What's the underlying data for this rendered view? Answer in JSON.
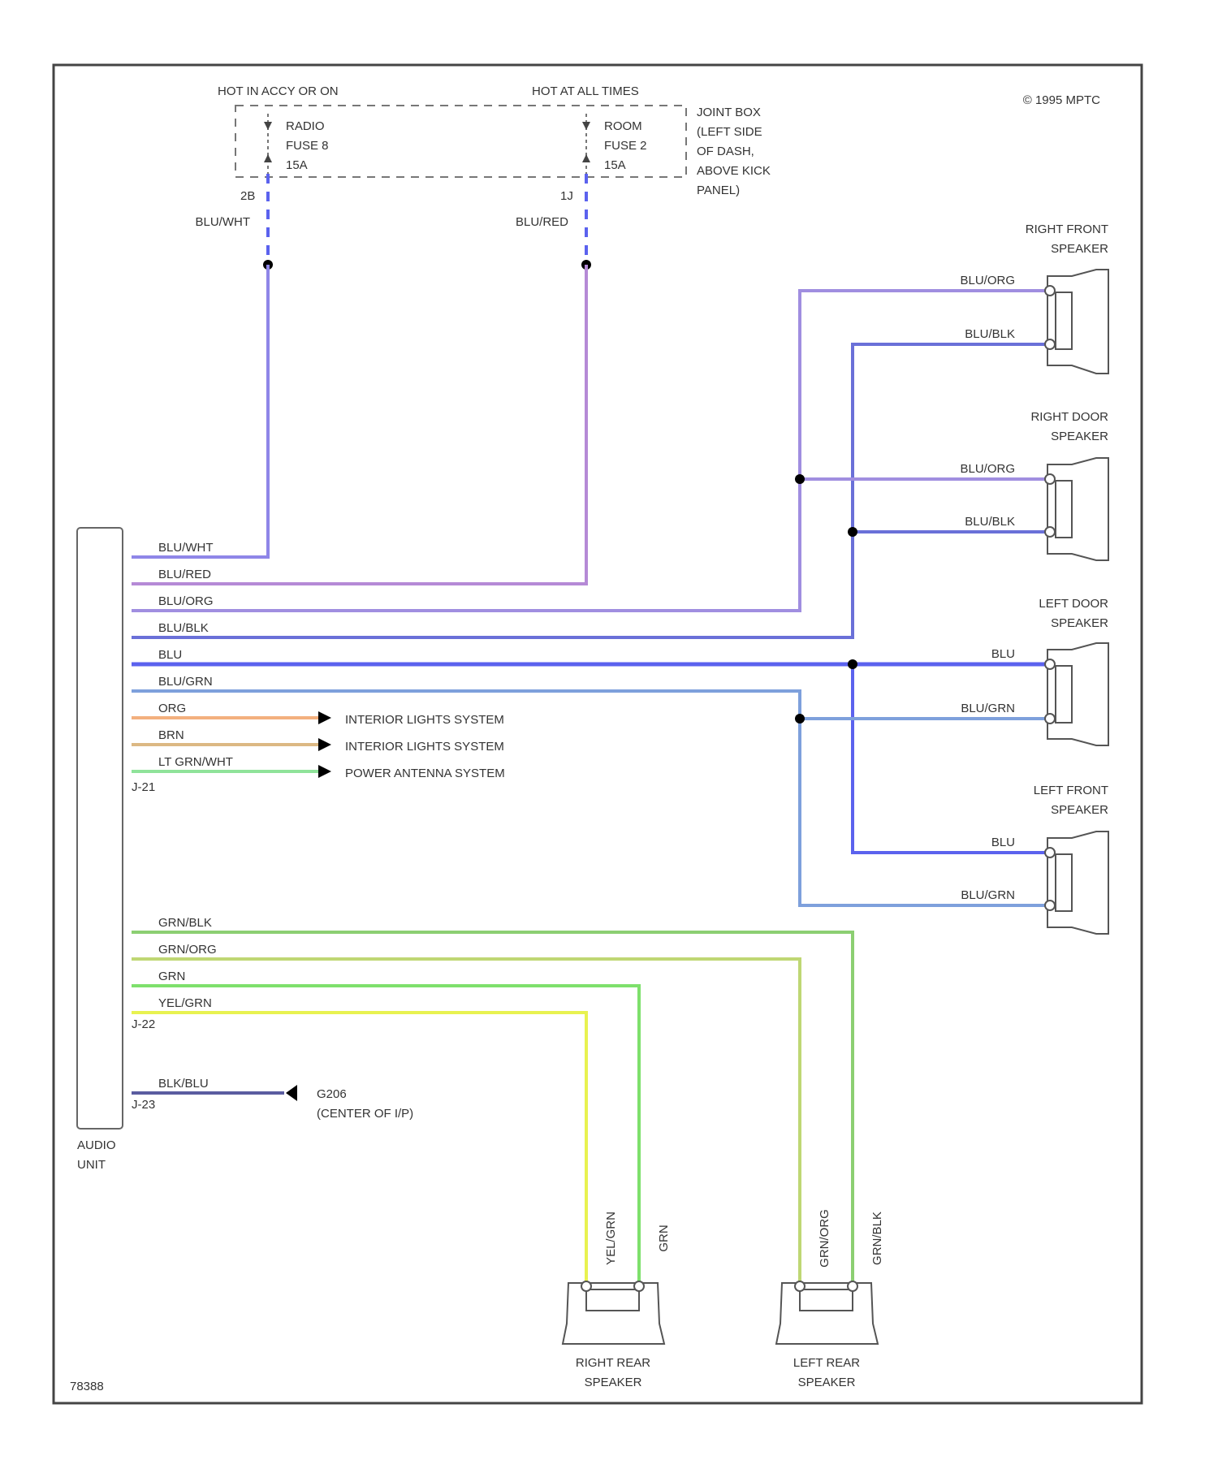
{
  "copyright": "© 1995 MPTC",
  "figure_id": "78388",
  "fuse_box": {
    "left_header": "HOT IN ACCY OR ON",
    "right_header": "HOT AT ALL TIMES",
    "location": [
      "JOINT BOX",
      "(LEFT SIDE",
      "OF DASH,",
      "ABOVE KICK",
      "PANEL)"
    ],
    "fuses": [
      {
        "lines": [
          "RADIO",
          "FUSE 8",
          "15A"
        ],
        "terminal": "2B",
        "wire": "BLU/WHT"
      },
      {
        "lines": [
          "ROOM",
          "FUSE 2",
          "15A"
        ],
        "terminal": "1J",
        "wire": "BLU/RED"
      }
    ]
  },
  "audio_unit": {
    "label": [
      "AUDIO",
      "UNIT"
    ],
    "connectors": [
      "J-21",
      "J-22",
      "J-23"
    ]
  },
  "unit_wires": [
    "BLU/WHT",
    "BLU/RED",
    "BLU/ORG",
    "BLU/BLK",
    "BLU",
    "BLU/GRN",
    "ORG",
    "BRN",
    "LT GRN/WHT"
  ],
  "rear_wires": [
    "GRN/BLK",
    "GRN/ORG",
    "GRN",
    "YEL/GRN"
  ],
  "ground_wire": "BLK/BLU",
  "destinations": [
    "INTERIOR LIGHTS SYSTEM",
    "INTERIOR LIGHTS SYSTEM",
    "POWER ANTENNA SYSTEM"
  ],
  "ground": [
    "G206",
    "(CENTER OF I/P)"
  ],
  "speakers": [
    {
      "name": [
        "RIGHT FRONT",
        "SPEAKER"
      ],
      "wires": [
        "BLU/ORG",
        "BLU/BLK"
      ]
    },
    {
      "name": [
        "RIGHT DOOR",
        "SPEAKER"
      ],
      "wires": [
        "BLU/ORG",
        "BLU/BLK"
      ]
    },
    {
      "name": [
        "LEFT DOOR",
        "SPEAKER"
      ],
      "wires": [
        "BLU",
        "BLU/GRN"
      ]
    },
    {
      "name": [
        "LEFT FRONT",
        "SPEAKER"
      ],
      "wires": [
        "BLU",
        "BLU/GRN"
      ]
    },
    {
      "name": [
        "RIGHT REAR",
        "SPEAKER"
      ],
      "wires": [
        "YEL/GRN",
        "GRN"
      ]
    },
    {
      "name": [
        "LEFT REAR",
        "SPEAKER"
      ],
      "wires": [
        "GRN/ORG",
        "GRN/BLK"
      ]
    }
  ],
  "colors": {
    "blu_wht": "#8f86e8",
    "blu_red": "#b58ad6",
    "blu_org": "#a08ee0",
    "blu_blk": "#6a70d8",
    "blu": "#5b62ee",
    "blu_grn": "#7ea0dc",
    "org": "#f3b07e",
    "brn": "#dcb883",
    "lt_grn_wht": "#8fe39a",
    "grn_blk": "#8ccf72",
    "grn_org": "#bfd774",
    "grn": "#7ee06c",
    "yel_grn": "#e8f250",
    "blk_blu": "#5a5ca0"
  }
}
